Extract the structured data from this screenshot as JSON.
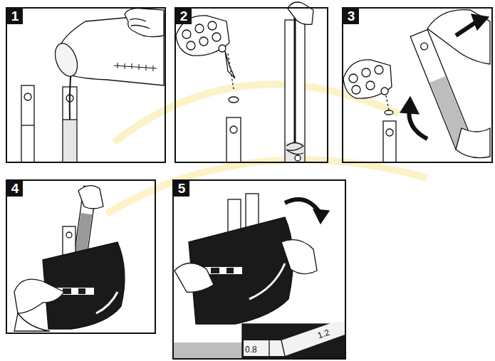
{
  "diagram": {
    "nodes": [
      {
        "text": [
          "1"
        ]
      },
      {
        "text": [
          "2"
        ]
      },
      {
        "text": [
          "3"
        ]
      },
      {
        "text": [
          "4"
        ]
      },
      {
        "text": [
          "5"
        ]
      }
    ],
    "labels": [
      "0.8",
      "1.2"
    ]
  }
}
